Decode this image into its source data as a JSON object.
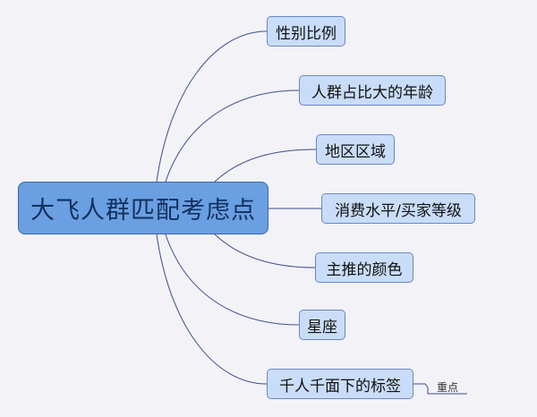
{
  "root": {
    "label": "大飞人群匹配考虑点"
  },
  "branches": [
    {
      "label": "性别比例"
    },
    {
      "label": "人群占比大的年龄"
    },
    {
      "label": "地区区域"
    },
    {
      "label": "消费水平/买家等级"
    },
    {
      "label": "主推的颜色"
    },
    {
      "label": "星座"
    },
    {
      "label": "千人千面下的标签"
    }
  ],
  "note": {
    "label": "重点"
  },
  "colors": {
    "root_fill": "#6a9fe2",
    "node_fill": "#c9ddf8",
    "line": "#3f4f8a",
    "background": "#f2f2f7"
  }
}
